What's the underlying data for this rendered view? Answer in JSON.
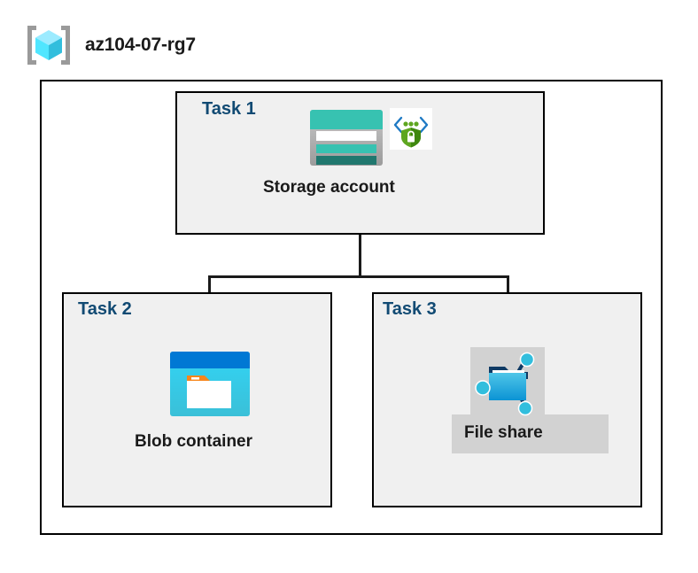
{
  "header": {
    "title": "az104-07-rg7",
    "icon": "resource-group-icon"
  },
  "diagram": {
    "container_name": "resource-group-container",
    "tasks": [
      {
        "label": "Task 1",
        "node_label": "Storage account",
        "icons": [
          "storage-account-icon",
          "encryption-shield-icon"
        ]
      },
      {
        "label": "Task 2",
        "node_label": "Blob container",
        "icons": [
          "blob-container-icon"
        ]
      },
      {
        "label": "Task 3",
        "node_label": "File share",
        "icons": [
          "file-share-icon"
        ],
        "highlighted": true
      }
    ]
  },
  "colors": {
    "task_label": "#114A73",
    "task_box_fill": "#F0F0F0",
    "box_border": "#000000",
    "page_background": "#FFFFFF",
    "highlight_plate": "#D2D2D2",
    "storage_teal": "#37C2B1",
    "storage_teal_dark": "#20776E",
    "blob_blue": "#0078D4",
    "blob_cyan": "#32D4F5",
    "blob_tab_orange": "#F7861C",
    "fileshare_blue": "#32BEDD",
    "fileshare_navy": "#0F3A64",
    "shield_green": "#5EA620",
    "cube_cyan": "#9CEBFF",
    "bracket_gray": "#A0A0A0"
  }
}
